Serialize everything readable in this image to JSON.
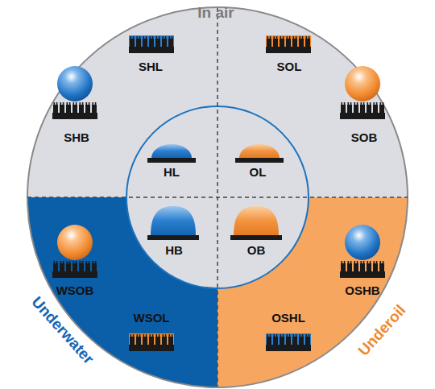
{
  "diagram": {
    "labels": [
      "In air",
      "SHL",
      "SOL",
      "SHB",
      "HL",
      "OL",
      "SOB",
      "HB",
      "OB",
      "WSOB",
      "OSHB",
      "WSOL",
      "OSHL",
      "Underwater",
      "Underoil"
    ]
  }
}
